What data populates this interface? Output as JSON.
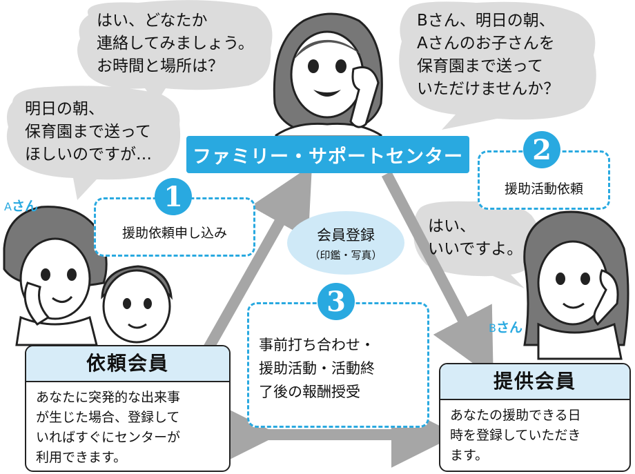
{
  "center": {
    "label": "ファミリー・サポートセンター"
  },
  "bubbles": {
    "staff": [
      "はい、どなたか",
      "連絡してみましょう。",
      "お時間と場所は？"
    ],
    "request_to_b": [
      "Bさん、明日の朝、",
      "Aさんのお子さんを",
      "保育園まで送って",
      "いただけませんか？"
    ],
    "a_request": [
      "明日の朝、",
      "保育園まで送って",
      "ほしいのですが…"
    ],
    "b_reply": [
      "はい、",
      "いいですよ。"
    ]
  },
  "people": {
    "a_name_latin": "A",
    "a_name_suffix": "さん",
    "b_name_latin": "B",
    "b_name_suffix": "さん"
  },
  "steps": [
    {
      "number": "1",
      "label": "援助依頼申し込み"
    },
    {
      "number": "2",
      "label": "援助活動依頼"
    },
    {
      "number": "3",
      "lines": [
        "事前打ち合わせ・",
        "援助活動・活動終",
        "了後の報酬授受"
      ]
    }
  ],
  "registration": {
    "title": "会員登録",
    "sub": "（印鑑・写真）"
  },
  "members": {
    "requester": {
      "title": "依頼会員",
      "desc": [
        "あなたに突発的な出来事",
        "が生じた場合、登録して",
        "いればすぐにセンターが",
        "利用できます。"
      ]
    },
    "provider": {
      "title": "提供会員",
      "desc": [
        "あなたの援助できる日",
        "時を登録していただき",
        "ます。"
      ]
    }
  },
  "colors": {
    "accent": "#29a9e0",
    "arrow": "#a6a6a6",
    "bubble": "#dcdcdc",
    "title_bg": "#d7ecf8",
    "oval": "#cfe9f7"
  },
  "icons": [
    "speech-bubble",
    "telephone",
    "arrow"
  ]
}
